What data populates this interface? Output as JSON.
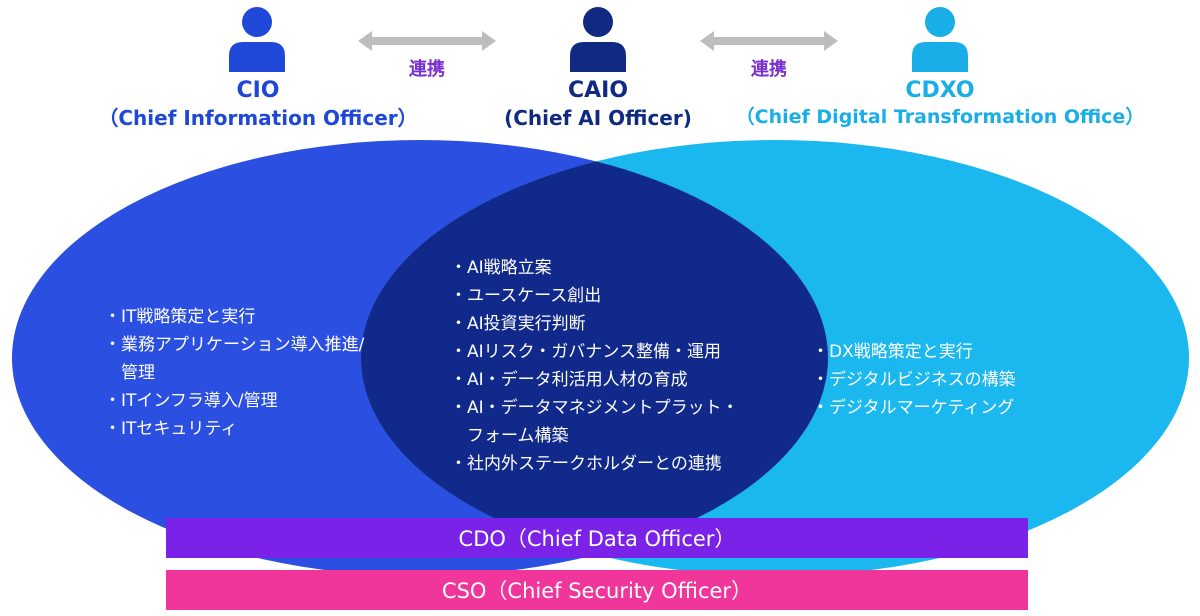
{
  "colors": {
    "cio": "#2b4fe0",
    "caio": "#10298a",
    "cdxo": "#1ab8ef",
    "cio_text": "#1f48d8",
    "caio_text": "#0f2a80",
    "cdxo_text": "#1aaee8",
    "link": "#7a2fd0",
    "arrow": "#bdbdbd",
    "cdo_bar": "#7a22e8",
    "cso_bar": "#f0369a"
  },
  "roles": {
    "cio": {
      "title": "CIO",
      "full": "（Chief Information Officer）",
      "icon": "person-icon"
    },
    "caio": {
      "title": "CAIO",
      "full": "(Chief AI Officer)",
      "icon": "person-icon"
    },
    "cdxo": {
      "title": "CDXO",
      "full": "（Chief Digital Transformation Office）",
      "icon": "person-icon"
    }
  },
  "links": {
    "left": "連携",
    "right": "連携"
  },
  "cio_items": [
    "・IT戦略策定と実行",
    "・業務アプリケーション導入推進/",
    "　管理",
    "・ITインフラ導入/管理",
    "・ITセキュリティ"
  ],
  "caio_items": [
    "・AI戦略立案",
    "・ユースケース創出",
    "・AI投資実行判断",
    "・AIリスク・ガバナンス整備・運用",
    "・AI・データ利活用人材の育成",
    "・AI・データマネジメントプラット・",
    "　フォーム構築",
    "・社内外ステークホルダーとの連携"
  ],
  "cdxo_items": [
    "・DX戦略策定と実行",
    "・デジタルビジネスの構築",
    "・デジタルマーケティング"
  ],
  "bars": {
    "cdo": "CDO（Chief Data Officer）",
    "cso": "CSO（Chief Security Officer）"
  }
}
